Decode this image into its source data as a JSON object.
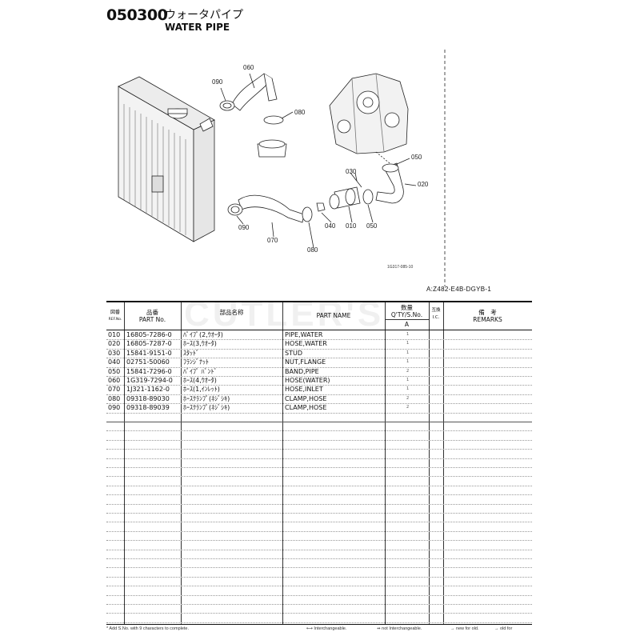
{
  "header": {
    "section_number": "050300",
    "title_jp": "ウォータパイプ",
    "title_en": "WATER PIPE"
  },
  "diagram": {
    "callouts": [
      "060",
      "090",
      "080",
      "050",
      "030",
      "020",
      "090",
      "070",
      "080",
      "040",
      "010",
      "050"
    ],
    "figure_ref": "1G317-085-10",
    "model": "A:Z482-E4B-DGYB-1"
  },
  "watermark": "CUTLER'S",
  "table": {
    "headers": {
      "ref_jp": "図番",
      "ref_en": "REF.No.",
      "part_jp": "品番",
      "part_en": "PART No.",
      "name_jp": "部品名称",
      "name_en": "PART NAME",
      "qty_jp": "数量",
      "qty_en": "Q'TY/S.No.",
      "qty_sub": "A",
      "ic_jp": "互換",
      "ic_en": "I.C.",
      "rem_jp": "備　考",
      "rem_en": "REMARKS"
    },
    "rows": [
      {
        "ref": "010",
        "part": "16805-7286-0",
        "jp": "ﾊﾟｲﾌﾟ(2,ｳｵｰﾀ)",
        "en": "PIPE,WATER",
        "qty": "1"
      },
      {
        "ref": "020",
        "part": "16805-7287-0",
        "jp": "ﾎｰｽ(3,ｳｵｰﾀ)",
        "en": "HOSE,WATER",
        "qty": "1"
      },
      {
        "ref": "030",
        "part": "15841-9151-0",
        "jp": "ｽﾀｯﾄﾞ",
        "en": "STUD",
        "qty": "1"
      },
      {
        "ref": "040",
        "part": "02751-50060",
        "jp": "ﾌﾗﾝｼﾞﾅｯﾄ",
        "en": "NUT,FLANGE",
        "qty": "1"
      },
      {
        "ref": "050",
        "part": "15841-7296-0",
        "jp": "ﾊﾞｲﾌﾟ ﾊﾞﾝﾄﾞ",
        "en": "BAND,PIPE",
        "qty": "2"
      },
      {
        "ref": "060",
        "part": "1G319-7294-0",
        "jp": "ﾎｰｽ(4,ｳｵｰﾀ)",
        "en": "HOSE(WATER)",
        "qty": "1"
      },
      {
        "ref": "070",
        "part": "1J321-1162-0",
        "jp": "ﾎｰｽ(1,ｲﾝﾚｯﾄ)",
        "en": "HOSE,INLET",
        "qty": "1"
      },
      {
        "ref": "080",
        "part": "09318-89030",
        "jp": "ﾎｰｽｸﾗﾝﾌﾟ(ﾈｼﾞｼｷ)",
        "en": "CLAMP,HOSE",
        "qty": "2"
      },
      {
        "ref": "090",
        "part": "09318-89039",
        "jp": "ﾎｰｽｸﾗﾝﾌﾟ(ﾈｼﾞｼｷ)",
        "en": "CLAMP,HOSE",
        "qty": "2"
      }
    ]
  },
  "footer": {
    "note": "* Add S.No. with 9 characters to complete.",
    "interchangeable": "Interchangeable.",
    "not_interchangeable": "not Interchangeable.",
    "new_for_old": "new for old.",
    "old_for": "old for"
  }
}
